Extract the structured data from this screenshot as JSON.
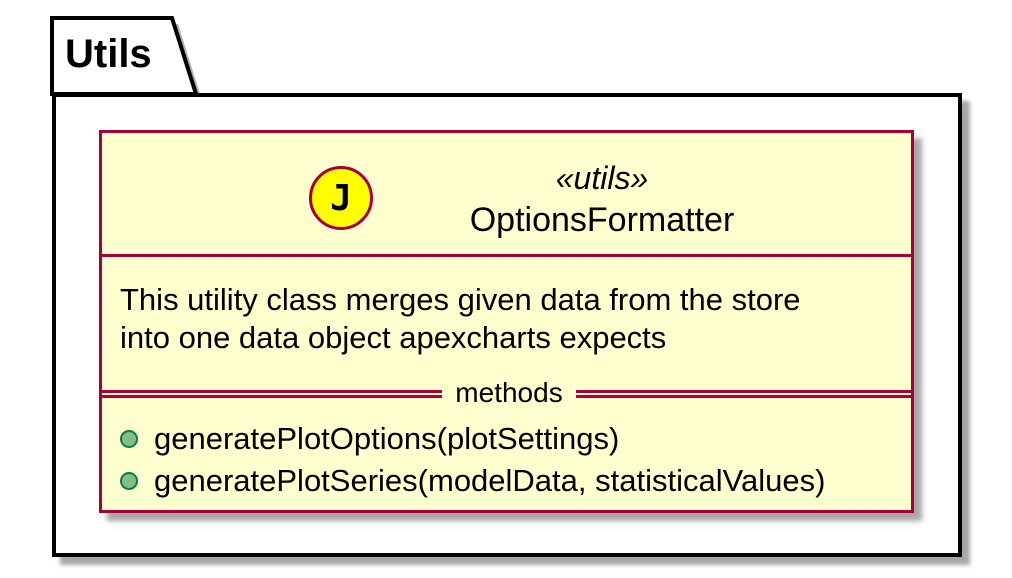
{
  "package": {
    "name": "Utils"
  },
  "class": {
    "icon_letter": "J",
    "icon_name": "java-class-icon",
    "stereotype": "«utils»",
    "name": "OptionsFormatter",
    "description": [
      "This utility class merges given data from the store",
      "into one data object apexcharts expects"
    ],
    "methods_label": "methods",
    "methods": [
      "generatePlotOptions(plotSettings)",
      "generatePlotSeries(modelData, statisticalValues)"
    ]
  },
  "colors": {
    "class_fill": "#FEFECE",
    "class_border": "#A80036",
    "icon_fill": "#FFFF00",
    "method_dot_fill": "#84BE84",
    "method_dot_border": "#038048"
  }
}
